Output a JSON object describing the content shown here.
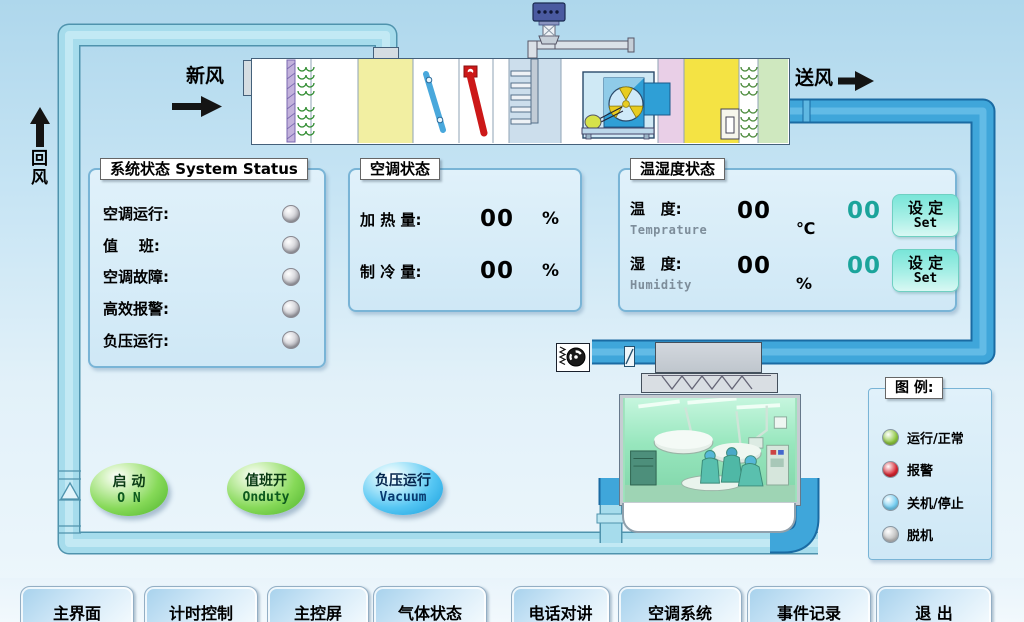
{
  "flow_labels": {
    "fresh_air": "新风",
    "return_air": "回风",
    "supply_air": "送风"
  },
  "system_status": {
    "title": "系统状态 System Status",
    "items": [
      {
        "label": "空调运行:"
      },
      {
        "label": "值    班:"
      },
      {
        "label": "空调故障:"
      },
      {
        "label": "高效报警:"
      },
      {
        "label": "负压运行:"
      }
    ]
  },
  "ac_status": {
    "title": "空调状态",
    "rows": [
      {
        "label": "加 热 量:",
        "value": "00",
        "unit": "%"
      },
      {
        "label": "制 冷 量:",
        "value": "00",
        "unit": "%"
      }
    ]
  },
  "temp_humidity": {
    "title": "温湿度状态",
    "setpoint_color": "#1ba49b",
    "rows": [
      {
        "label": "温   度:",
        "sublabel": "Temprature",
        "value": "00",
        "unit": "℃",
        "setpoint": "00",
        "set_cn": "设 定",
        "set_en": "Set"
      },
      {
        "label": "湿   度:",
        "sublabel": "Humidity",
        "value": "00",
        "unit": "%",
        "setpoint": "00",
        "set_cn": "设 定",
        "set_en": "Set"
      }
    ]
  },
  "control_buttons": [
    {
      "cn": "启 动",
      "en": "O N",
      "color": "#55c232"
    },
    {
      "cn": "值班开",
      "en": "Onduty",
      "color": "#55c232"
    },
    {
      "cn": "负压运行",
      "en": "Vacuum",
      "color": "#2cb2e8"
    }
  ],
  "legend": {
    "title": "图 例:",
    "items": [
      {
        "label": "运行/正常",
        "color": "#8cc63e"
      },
      {
        "label": "报警",
        "color": "#d62430"
      },
      {
        "label": "关机/停止",
        "color": "#74cef2"
      },
      {
        "label": "脱机",
        "color": "#bfbfbf"
      }
    ]
  },
  "nav": {
    "items": [
      {
        "label": "主界面"
      },
      {
        "label": "计时控制"
      },
      {
        "label": "主控屏"
      },
      {
        "label": "气体状态"
      },
      {
        "label": "电话对讲"
      },
      {
        "label": "空调系统"
      },
      {
        "label": "事件记录"
      },
      {
        "label": "退 出"
      }
    ]
  }
}
